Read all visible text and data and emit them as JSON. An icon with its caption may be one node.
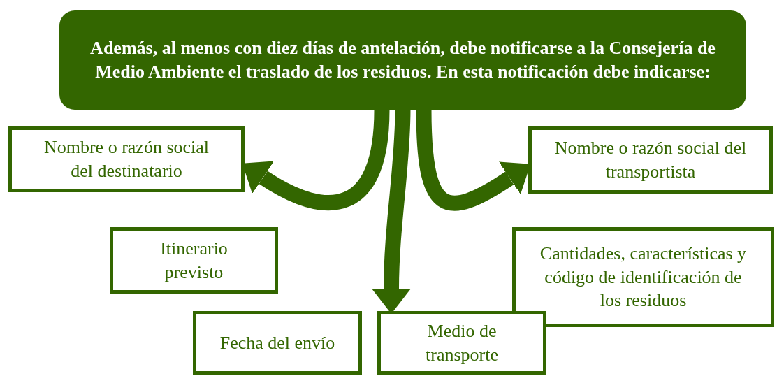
{
  "diagram": {
    "nodes": [
      {
        "text": [
          "Además, al menos con diez días de antelación, debe notificarse a la Consejería de Medio Ambiente el traslado de los residuos. En esta notificación debe indicarse:"
        ]
      },
      {
        "text": [
          "Nombre o razón social del destinatario"
        ]
      },
      {
        "text": [
          "Nombre o razón social del transportista"
        ]
      },
      {
        "text": [
          "Itinerario previsto"
        ]
      },
      {
        "text": [
          "Cantidades, características y código de identificación de los residuos"
        ]
      },
      {
        "text": [
          "Fecha del envío"
        ]
      },
      {
        "text": [
          "Medio de transporte"
        ]
      }
    ],
    "edges": [
      {
        "from": 0,
        "to": 1,
        "arrow": "to"
      },
      {
        "from": 0,
        "to": 6,
        "arrow": "to"
      },
      {
        "from": 0,
        "to": 2,
        "arrow": "to"
      }
    ]
  }
}
